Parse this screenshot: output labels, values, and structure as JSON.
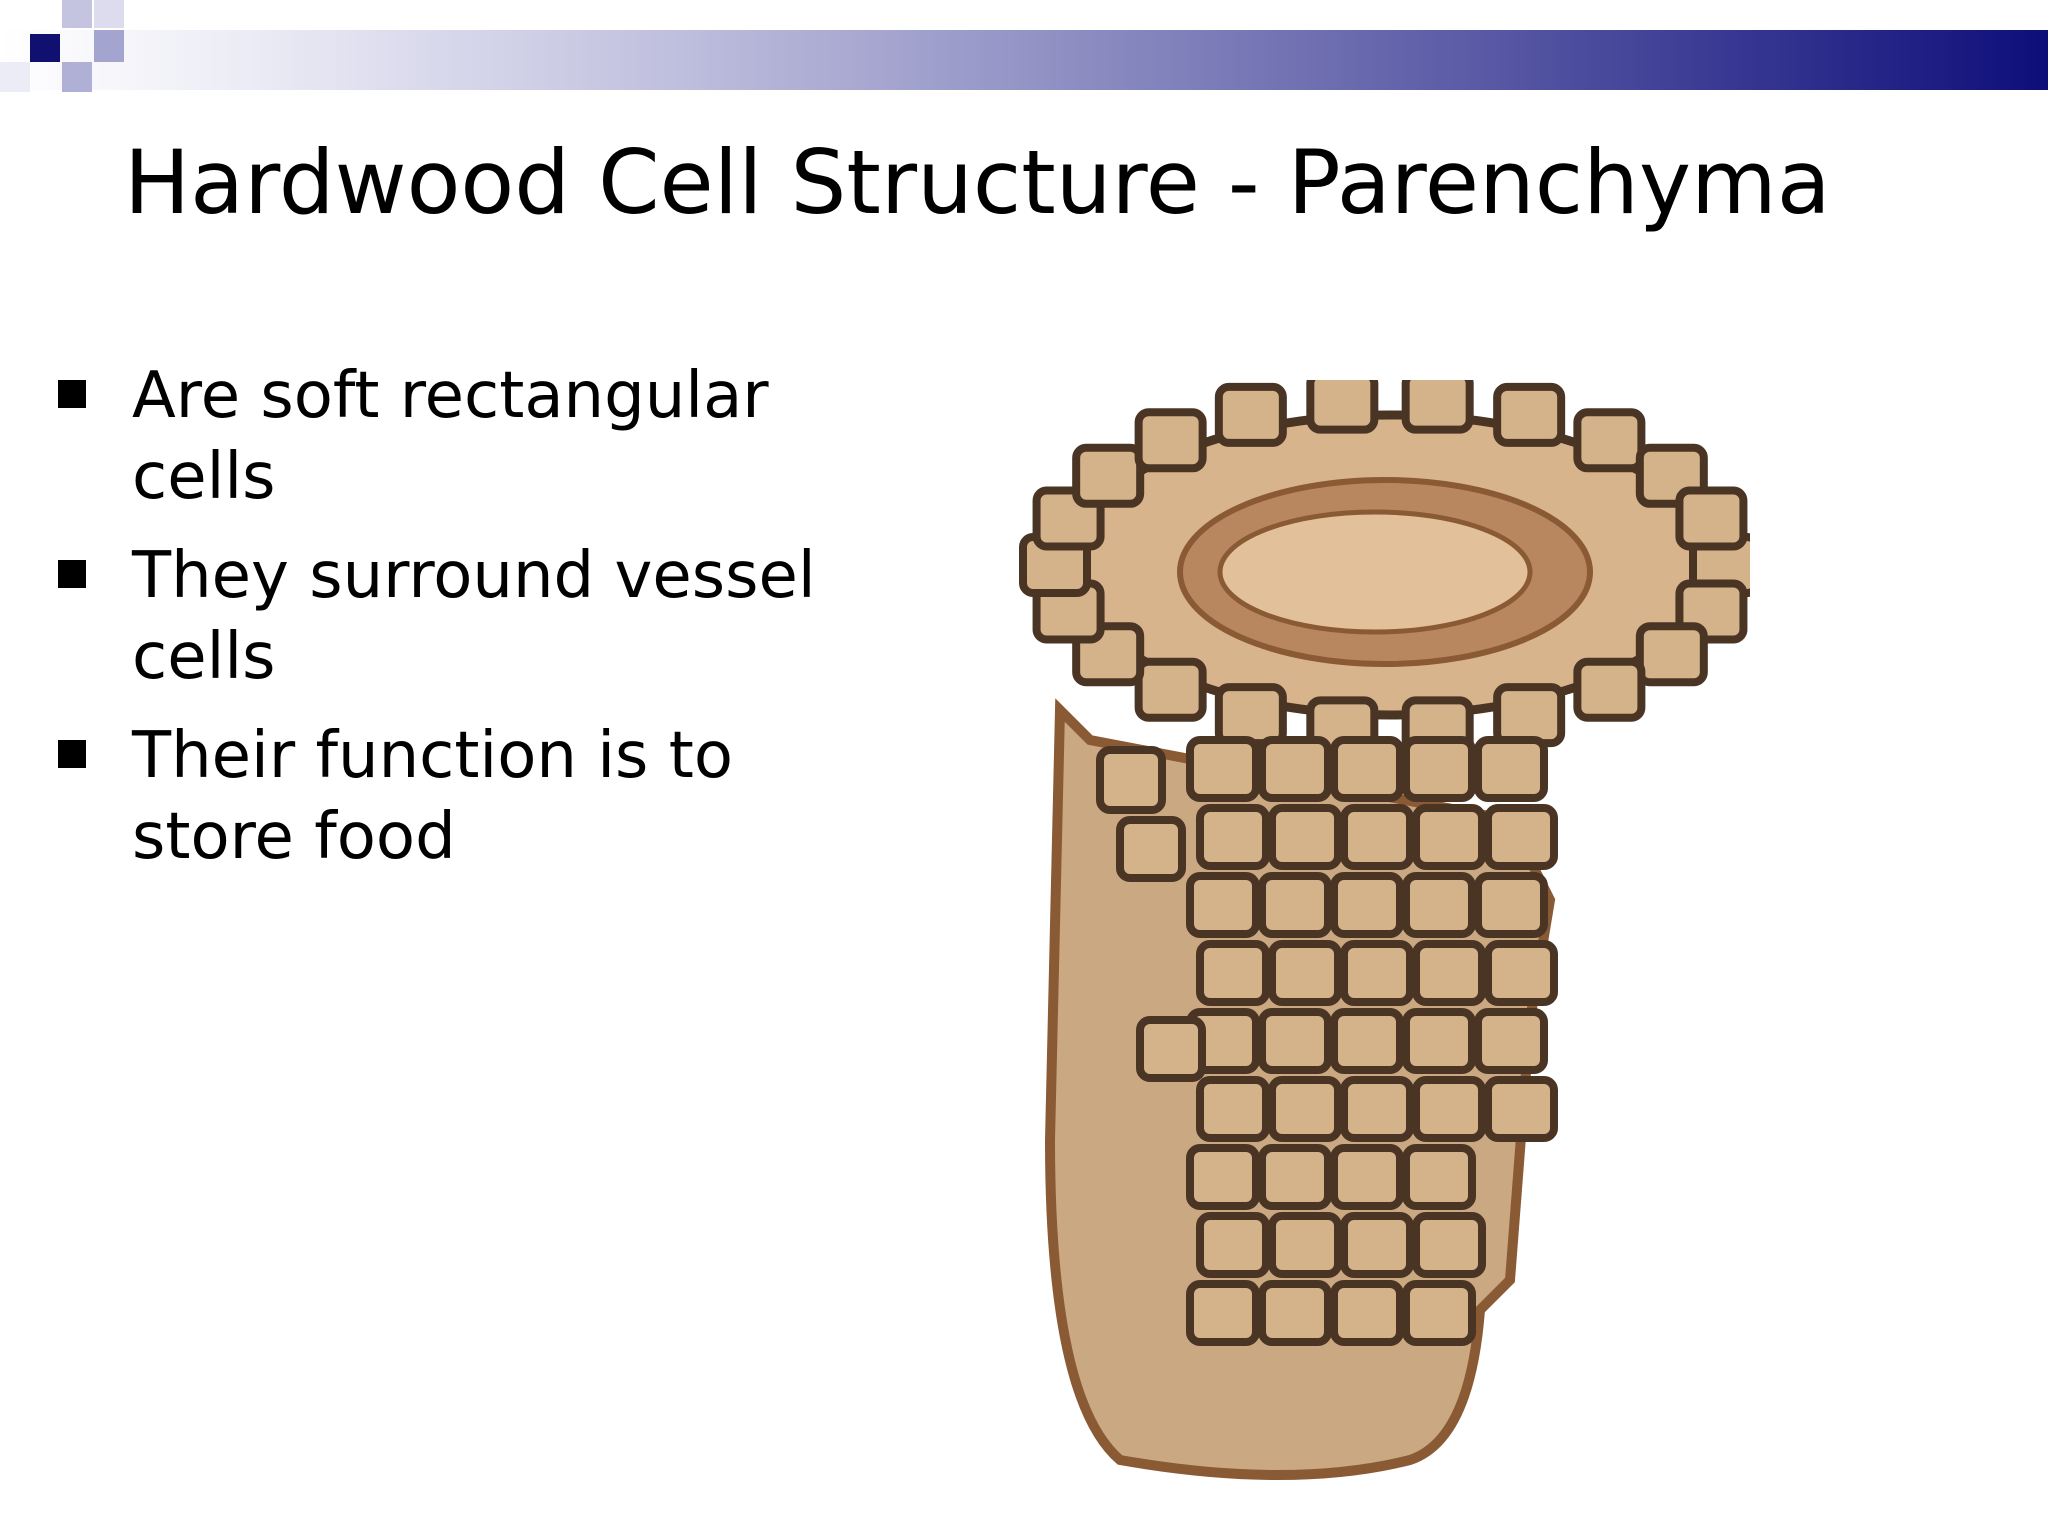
{
  "slide": {
    "title": "Hardwood Cell Structure - Parenchyma",
    "bullets": [
      {
        "text": "Are soft rectangular cells"
      },
      {
        "text": "They surround vessel cells"
      },
      {
        "text": "Their function is to store food"
      }
    ],
    "illustration_icon": "parenchyma-cells-around-vessel-illustration"
  },
  "colors": {
    "accent_navy": "#0e0e7a",
    "cell_fill": "#d2b48c",
    "cell_outline": "#4a3424",
    "vessel_fill": "#c9a882"
  }
}
